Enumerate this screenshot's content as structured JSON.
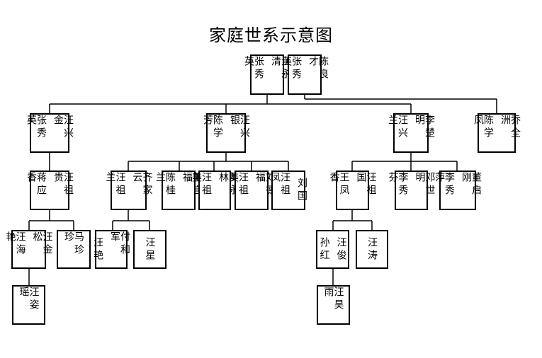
{
  "title": "家庭世系示意图",
  "nodes": {
    "g0a": [
      "汪永清",
      "张秀英"
    ],
    "g0b": [
      "陈良才",
      "张秀英"
    ],
    "g1a": [
      "汪兴金",
      "张秀英"
    ],
    "g1b": [
      "汪兴银",
      "陈学芳"
    ],
    "g1c": [
      "李楚明",
      "汪兴兰"
    ],
    "g1d": [
      "乔全洲",
      "陈学凤"
    ],
    "g2a": [
      "汪祖贵",
      "蒋应香"
    ],
    "g2b": [
      "齐家云",
      "汪祖兰"
    ],
    "g2c": [
      "董自福",
      "陈桂兰"
    ],
    "g2d": [
      "罗永林",
      "汪祖美"
    ],
    "g2e": [
      "刘德福",
      "汪祖美"
    ],
    "g2f": [
      "刘国",
      "汪祖凤"
    ],
    "g2g": [
      "汪祖国",
      "王凤香"
    ],
    "g2h": [
      "邓世明",
      "李秀芬"
    ],
    "g2i": [
      "董启刚",
      "李秀萍"
    ],
    "g3a": [
      "汪金松",
      "汪海艳"
    ],
    "g3b": [
      "",
      "马珍珍"
    ],
    "g3c": [
      "付和军",
      "汪艳"
    ],
    "g3d": [
      "",
      "汪星"
    ],
    "g3e": [
      "汪俊",
      "孙红"
    ],
    "g3f": [
      "",
      "汪涛"
    ],
    "g4a": [
      "",
      "汪姿瑶"
    ],
    "g4b": [
      "",
      "汪昊雨"
    ]
  }
}
